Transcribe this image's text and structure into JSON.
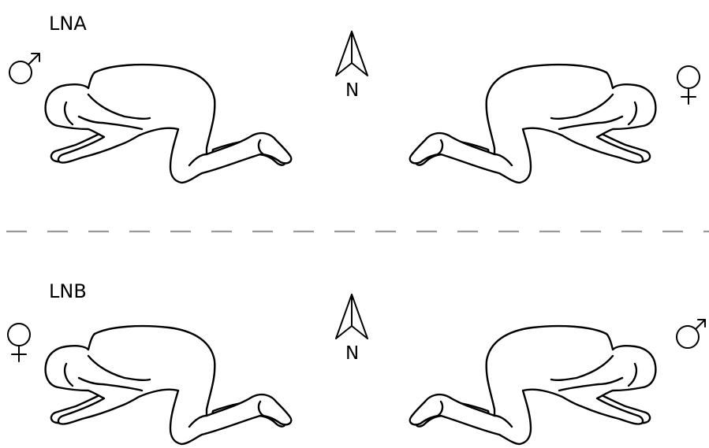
{
  "panels": [
    {
      "label": "LNA",
      "north_label": "N",
      "left_sex_symbol": "male-symbol",
      "right_sex_symbol": "female-symbol"
    },
    {
      "label": "LNB",
      "north_label": "N",
      "left_sex_symbol": "female-symbol",
      "right_sex_symbol": "male-symbol"
    }
  ],
  "divider_color": "#999999",
  "line_color": "#000000"
}
